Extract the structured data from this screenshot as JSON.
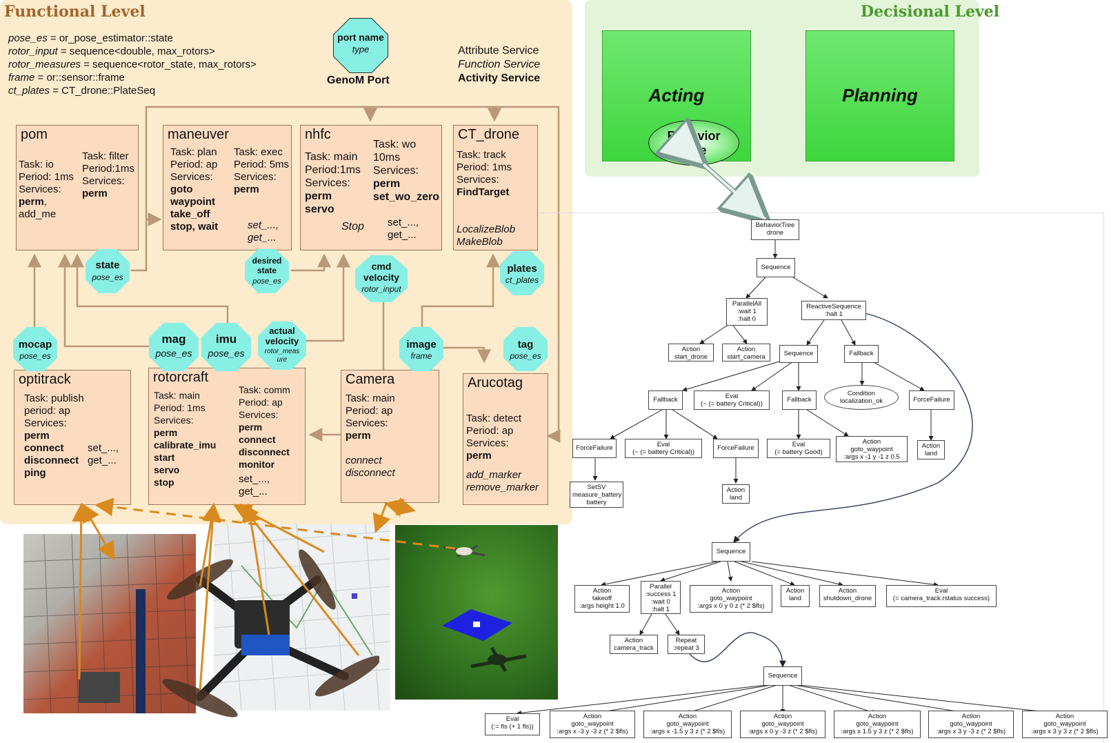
{
  "functional_level": {
    "title": "Functional Level",
    "types": [
      {
        "name": "pose_es",
        "def": " = or_pose_estimator::state"
      },
      {
        "name": "rotor_input",
        "def": " = sequence<double, max_rotors>"
      },
      {
        "name": "rotor_measures",
        "def": " = sequence<rotor_state, max_rotors>"
      },
      {
        "name": "frame",
        "def": " = or::sensor::frame"
      },
      {
        "name": "ct_plates",
        "def": " = CT_drone::PlateSeq"
      }
    ],
    "legend": {
      "port_name": "port name",
      "port_type": "type",
      "port_caption": "GenoM Port",
      "attribute": "Attribute Service",
      "function": "Function Service",
      "activity": "Activity Service"
    },
    "modules": {
      "pom": {
        "name": "pom",
        "col1": "Task: io\nPeriod: 1ms\nServices:",
        "col1b": "perm",
        "col1c": ",\nadd_me",
        "col2": "Task: filter\nPeriod:1ms\nServices:",
        "col2b": "perm"
      },
      "maneuver": {
        "name": "maneuver",
        "col1": "Task: plan\nPeriod: ap\nServices:",
        "col1b": "goto\nwaypoint\ntake_off\nstop, wait",
        "col2": "Task: exec\nPeriod: 5ms\nServices:",
        "col2b": "perm",
        "col2i": "set_...,\nget_..."
      },
      "nhfc": {
        "name": "nhfc",
        "col1": "Task: main\nPeriod:1ms\nServices:",
        "col1b": "perm\nservo",
        "col1i": "Stop",
        "col2": "Task: wo\n10ms\nServices:",
        "col2b": "perm\nset_wo_zero",
        "col2c": "set_...,\nget_..."
      },
      "ct_drone": {
        "name": "CT_drone",
        "col1": "Task: track\nPeriod: 1ms\nServices:",
        "col1b": "FindTarget",
        "col1i": "LocalizeBlob\nMakeBlob"
      },
      "optitrack": {
        "name": "optitrack",
        "col1": "Task: publish\nperiod: ap\nServices:",
        "col1b": "perm\nconnect\ndisconnect\nping",
        "col2": "set_...,\nget_..."
      },
      "rotorcraft": {
        "name": "rotorcraft",
        "col1": "Task: main\nPeriod: 1ms\nServices:",
        "col1b": "perm\ncalibrate_imu\nstart\nservo\nstop",
        "col2": "Task: comm\nPeriod: ap\nServices:",
        "col2b": "perm\nconnect\ndisconnect\nmonitor",
        "col2c": "set_...,\nget_..."
      },
      "camera": {
        "name": "Camera",
        "col1": "Task: main\nPeriod: ap\nServices:",
        "col1b": "perm",
        "col1i": "connect\ndisconnect"
      },
      "arucotag": {
        "name": "Arucotag",
        "col1": "Task: detect\nPeriod: ap\nServices:",
        "col1b": "perm",
        "col1i": "add_marker\nremove_marker"
      }
    },
    "ports": [
      {
        "id": "state",
        "name": "state",
        "type": "pose_es"
      },
      {
        "id": "desired",
        "name": "desired\nstate",
        "type": "pose_es"
      },
      {
        "id": "cmd",
        "name": "cmd\nvelocity",
        "type": "rotor_input"
      },
      {
        "id": "plates",
        "name": "plates",
        "type": "ct_plates"
      },
      {
        "id": "mocap",
        "name": "mocap",
        "type": "pose_es"
      },
      {
        "id": "mag",
        "name": "mag",
        "type": "pose_es"
      },
      {
        "id": "imu",
        "name": "imu",
        "type": "pose_es"
      },
      {
        "id": "actual",
        "name": "actual\nvelocity",
        "type": "rotor_meas\nure"
      },
      {
        "id": "image",
        "name": "image",
        "type": "frame"
      },
      {
        "id": "tag",
        "name": "tag",
        "type": "pose_es"
      }
    ]
  },
  "decisional_level": {
    "title": "Decisional Level",
    "acting": "Acting",
    "planning": "Planning",
    "behavior_tree": "Behavior\nTree"
  },
  "bt_nodes": {
    "root": "BehaviorTree\ndrone",
    "seq1": "Sequence",
    "parallelall": "ParallelAll\n:wait 1\n:halt 0",
    "reactive": "ReactiveSequence\n:halt 1",
    "a_start_drone": "Action\nstart_drone",
    "a_start_camera": "Action\nstart_camera",
    "seq2": "Sequence",
    "fallback_r": "Fallback",
    "fallback_l": "Fallback",
    "eval_crit1": "Eval\n(~ (= battery Critical))",
    "fallback_m": "Fallback",
    "cond_loc": "Condition\nlocalization_ok",
    "forcefail_r": "ForceFailure",
    "forcefail_l": "ForceFailure",
    "eval_crit2": "Eval\n(~ (= battery Critical))",
    "forcefail_m": "ForceFailure",
    "eval_good": "Eval\n(= battery Good)",
    "a_goto1": "Action\ngoto_waypoint\n:args x -1 y -1 z 0.5",
    "a_land_r": "Action\nland",
    "setsv": "SetSV\nmeasure_battery\nbattery",
    "a_land_m": "Action\nland",
    "seq3": "Sequence",
    "a_takeoff": "Action\ntakeoff\n:args height 1.0",
    "parallel": "Parallel\n:success 1\n:wait 0\n:halt 1",
    "a_goto0": "Action\ngoto_waypoint\n:args x 0 y 0 z (* 2 $fls)",
    "a_land3": "Action\nland",
    "a_shutdown": "Action\nshutdown_drone",
    "eval_cam": "Eval\n(= camera_track.rstatus success)",
    "a_camtrack": "Action\ncamera_track",
    "repeat": "Repeat\n:repeat 3",
    "seq4": "Sequence",
    "eval_fls": "Eval\n(:= fls (+ 1 fls))",
    "g1": "Action\ngoto_waypoint\n:args x -3 y -3 z (* 2 $fls)",
    "g2": "Action\ngoto_waypoint\n:args x -1.5 y 3 z (* 2 $fls)",
    "g3": "Action\ngoto_waypoint\n:args x 0 y -3 z (* 2 $fls)",
    "g4": "Action\ngoto_waypoint\n:args x 1.5 y 3 z (* 2 $fls)",
    "g5": "Action\ngoto_waypoint\n:args x 3 y -3 z (* 2 $fls)",
    "g6": "Action\ngoto_waypoint\n:args x 3 y 3 z (* 2 $fls)"
  },
  "colors": {
    "functional_bg": "#fcebcc",
    "decisional_bg": "#e3f4d8",
    "module": "#fbdcc0",
    "port": "#88efe4",
    "arrow": "#b89878",
    "drone_link": "#d98a1e",
    "title_func": "#a0662e",
    "title_dec": "#4a9a2e"
  }
}
